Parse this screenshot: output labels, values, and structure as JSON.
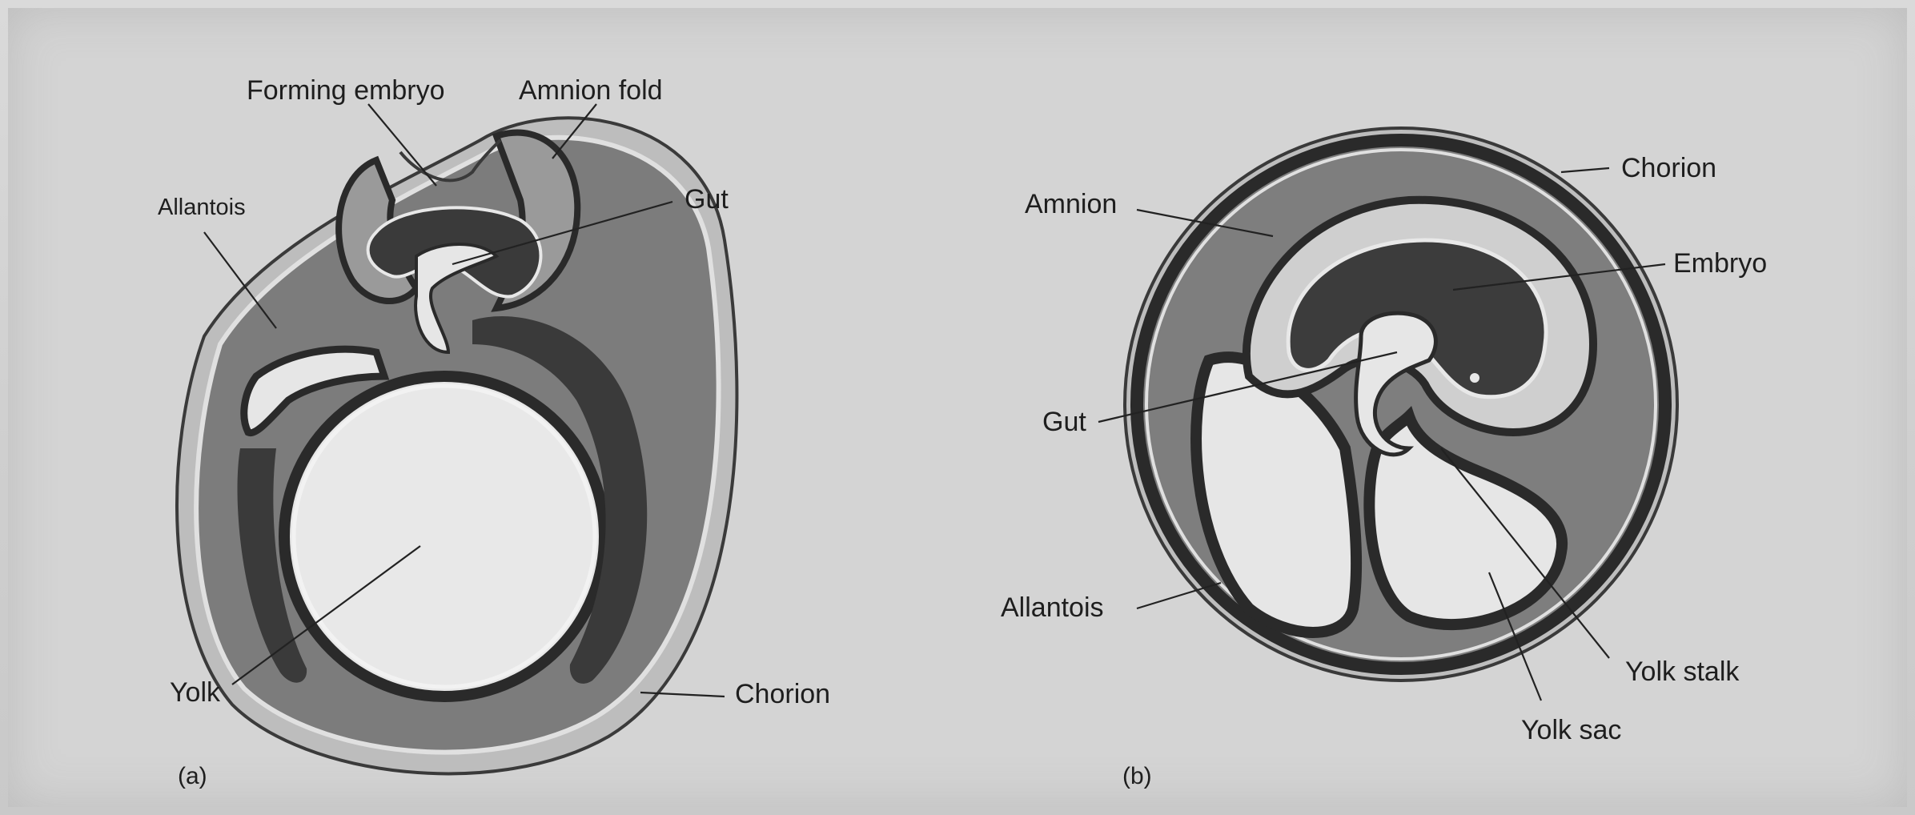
{
  "figure_a": {
    "panel_label": "(a)",
    "labels": {
      "forming_embryo": "Forming embryo",
      "amnion_fold": "Amnion fold",
      "allantois": "Allantois",
      "gut": "Gut",
      "yolk": "Yolk",
      "chorion": "Chorion"
    }
  },
  "figure_b": {
    "panel_label": "(b)",
    "labels": {
      "chorion": "Chorion",
      "amnion": "Amnion",
      "embryo": "Embryo",
      "gut": "Gut",
      "allantois": "Allantois",
      "yolk_stalk": "Yolk stalk",
      "yolk_sac": "Yolk sac"
    }
  },
  "colors": {
    "background": "#d4d4d4",
    "membrane_dark": "#2e2e2e",
    "fill_mid": "#7f7f7f",
    "fill_dark": "#3a3a3a",
    "cavity": "#e4e4e4"
  }
}
